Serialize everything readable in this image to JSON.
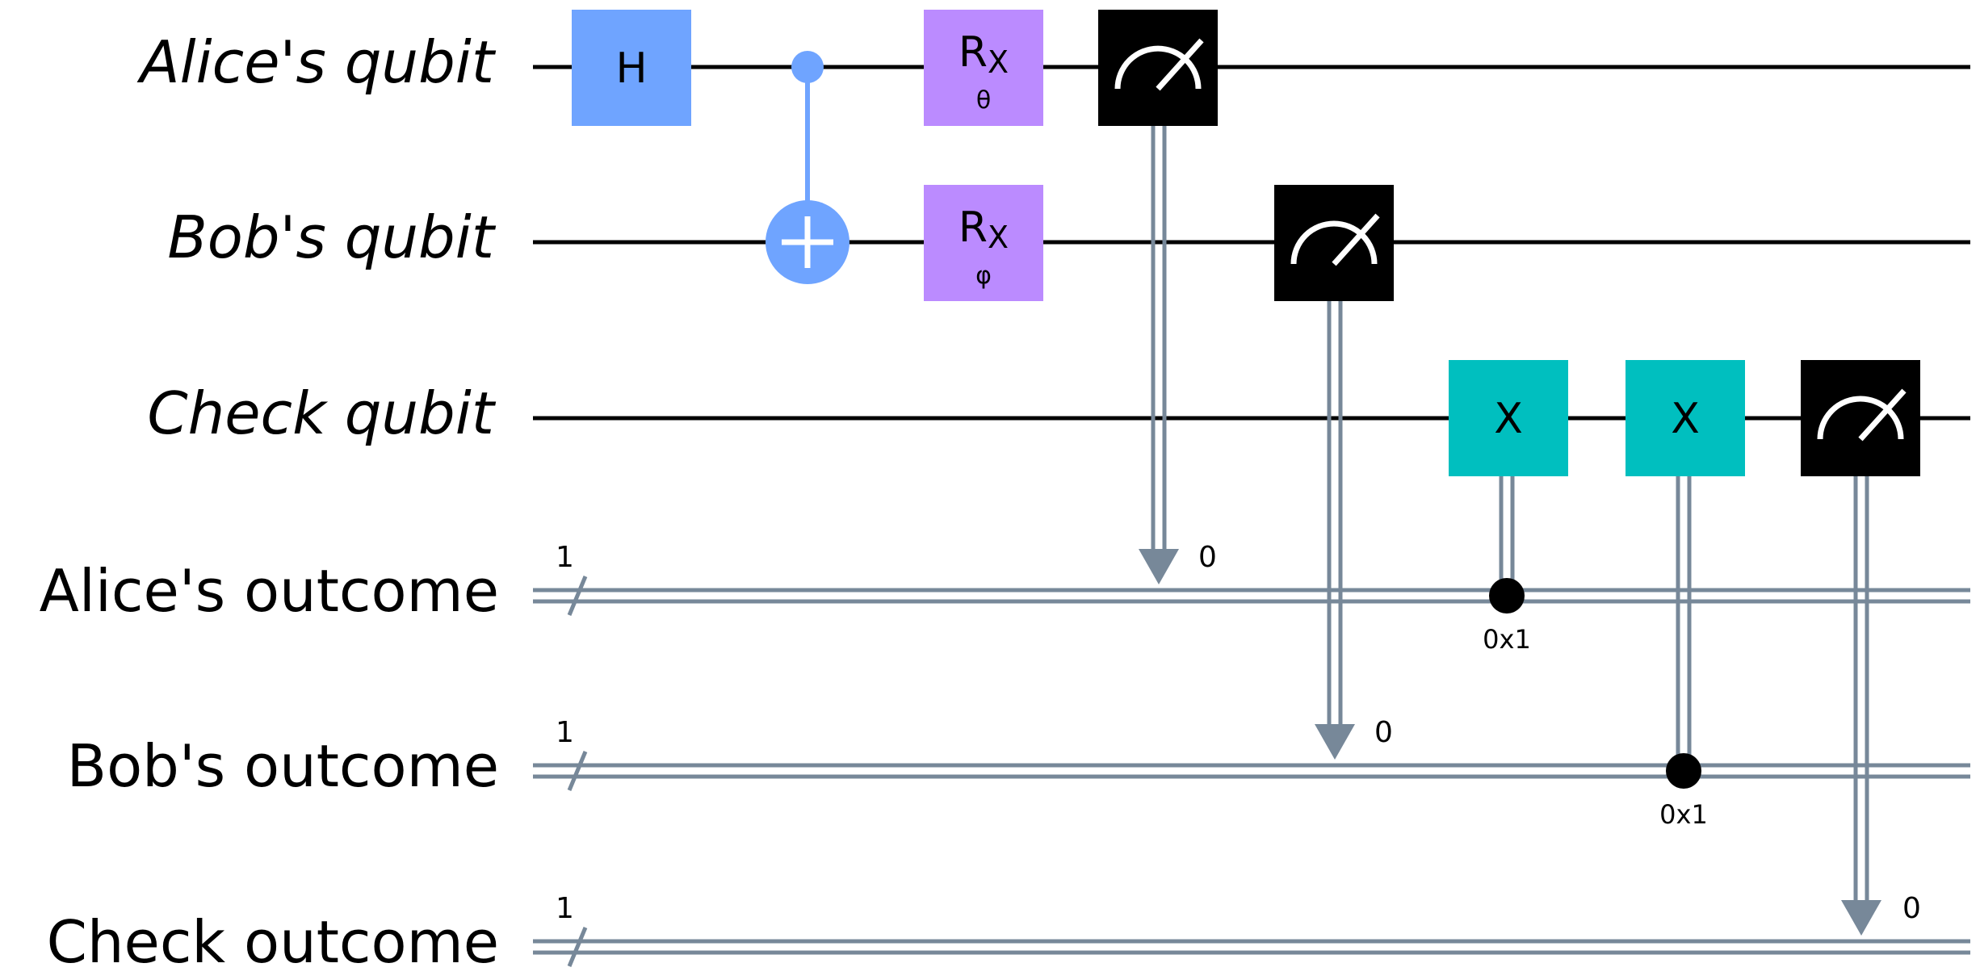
{
  "qubits": [
    {
      "id": "alice",
      "label": "Alice's qubit"
    },
    {
      "id": "bob",
      "label": "Bob's qubit"
    },
    {
      "id": "check",
      "label": "Check qubit"
    }
  ],
  "clbits": [
    {
      "id": "alice_out",
      "label": "Alice's outcome",
      "size": "1"
    },
    {
      "id": "bob_out",
      "label": "Bob's outcome",
      "size": "1"
    },
    {
      "id": "check_out",
      "label": "Check outcome",
      "size": "1"
    }
  ],
  "gates": {
    "h": {
      "label": "H",
      "color": "#6fa4ff"
    },
    "cnot": {
      "color": "#6fa4ff"
    },
    "rx_alice": {
      "label": "R",
      "sub": "X",
      "param": "θ",
      "color": "#bb8bff"
    },
    "rx_bob": {
      "label": "R",
      "sub": "X",
      "param": "φ",
      "color": "#bb8bff"
    },
    "x1": {
      "label": "X",
      "condition": "0x1",
      "color": "#00bfbf"
    },
    "x2": {
      "label": "X",
      "condition": "0x1",
      "color": "#00bfbf"
    }
  },
  "measures": [
    {
      "id": "meas_alice",
      "bit_index": "0",
      "color": "#000000"
    },
    {
      "id": "meas_bob",
      "bit_index": "0",
      "color": "#000000"
    },
    {
      "id": "meas_check",
      "bit_index": "0",
      "color": "#000000"
    }
  ],
  "colors": {
    "wire": "#000000",
    "classical": "#778899",
    "control_dot": "#000000"
  }
}
